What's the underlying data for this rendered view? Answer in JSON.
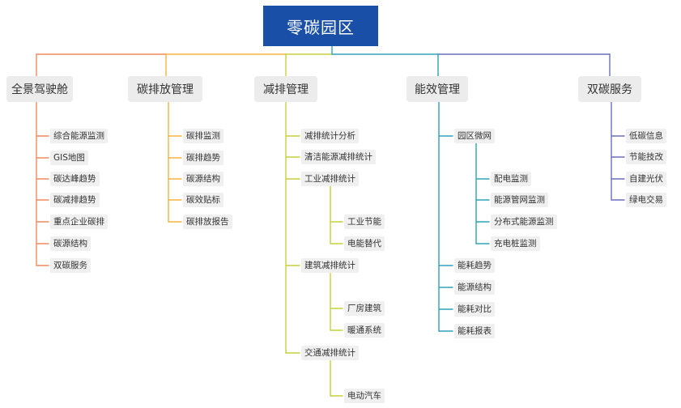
{
  "root": "零碳园区",
  "colors": {
    "root_bg": "#1a4fa8",
    "branch_orange": "#f08a5d",
    "branch_amber": "#f5b342",
    "branch_yellowgreen": "#c5d23a",
    "branch_teal": "#2ea3b8",
    "branch_purple": "#6c6fbf"
  },
  "categories": [
    {
      "label": "全景驾驶舱",
      "items": [
        "综合能源监测",
        "GIS地图",
        "碳达峰趋势",
        "碳减排趋势",
        "重点企业碳排",
        "碳源结构",
        "双碳服务"
      ]
    },
    {
      "label": "碳排放管理",
      "items": [
        "碳排监测",
        "碳排趋势",
        "碳源结构",
        "碳效贴标",
        "碳排放报告"
      ]
    },
    {
      "label": "减排管理",
      "items": [
        {
          "label": "减排统计分析"
        },
        {
          "label": "清洁能源减排统计"
        },
        {
          "label": "工业减排统计",
          "children": [
            "工业节能",
            "电能替代"
          ]
        },
        {
          "label": "建筑减排统计",
          "children": [
            "厂房建筑",
            "暖通系统"
          ]
        },
        {
          "label": "交通减排统计",
          "children": [
            "电动汽车"
          ]
        }
      ]
    },
    {
      "label": "能效管理",
      "items": [
        {
          "label": "园区微网",
          "children": [
            "配电监测",
            "能源管网监测",
            "分布式能源监测",
            "充电桩监测"
          ]
        },
        {
          "label": "能耗趋势"
        },
        {
          "label": "能源结构"
        },
        {
          "label": "能耗对比"
        },
        {
          "label": "能耗报表"
        }
      ]
    },
    {
      "label": "双碳服务",
      "items": [
        "低碳信息",
        "节能技改",
        "自建光伏",
        "绿电交易"
      ]
    }
  ]
}
